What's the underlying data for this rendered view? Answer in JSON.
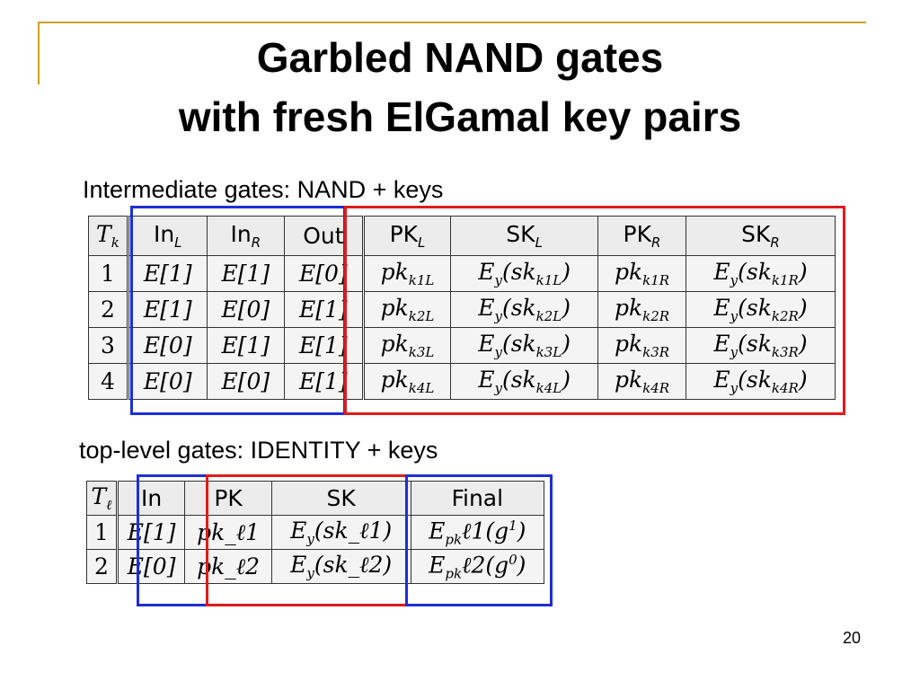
{
  "slide": {
    "title_line1": "Garbled NAND gates",
    "title_line2": "with fresh ElGamal key pairs",
    "caption_intermediate": "Intermediate gates: NAND + keys",
    "caption_top": "top-level gates: IDENTITY + keys",
    "slide_number": "20"
  },
  "colors": {
    "accent": "#c9a227",
    "blue_box": "#1d2fd6",
    "red_box": "#e01b1b"
  },
  "intermediate_table": {
    "headers": [
      "T_k",
      "In_L",
      "In_R",
      "Out",
      "PK_L",
      "SK_L",
      "PK_R",
      "SK_R"
    ],
    "rows": [
      [
        "1",
        "E[1]",
        "E[1]",
        "E[0]",
        "pk_k1L",
        "E_y(sk_k1L)",
        "pk_k1R",
        "E_y(sk_k1R)"
      ],
      [
        "2",
        "E[1]",
        "E[0]",
        "E[1]",
        "pk_k2L",
        "E_y(sk_k2L)",
        "pk_k2R",
        "E_y(sk_k2R)"
      ],
      [
        "3",
        "E[0]",
        "E[1]",
        "E[1]",
        "pk_k3L",
        "E_y(sk_k3L)",
        "pk_k3R",
        "E_y(sk_k3R)"
      ],
      [
        "4",
        "E[0]",
        "E[0]",
        "E[1]",
        "pk_k4L",
        "E_y(sk_k4L)",
        "pk_k4R",
        "E_y(sk_k4R)"
      ]
    ]
  },
  "top_table": {
    "headers": [
      "T_ℓ",
      "In",
      "PK",
      "SK",
      "Final"
    ],
    "rows": [
      [
        "1",
        "E[1]",
        "pk_ℓ1",
        "E_y(sk_ℓ1)",
        "E_pkℓ1(g^1)"
      ],
      [
        "2",
        "E[0]",
        "pk_ℓ2",
        "E_y(sk_ℓ2)",
        "E_pkℓ2(g^0)"
      ]
    ]
  }
}
